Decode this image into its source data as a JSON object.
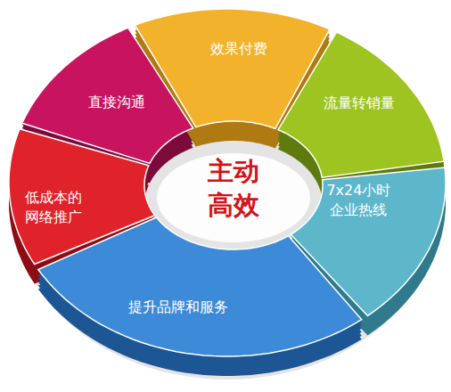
{
  "diagram": {
    "nodes": [
      {
        "text": [
          "低成本的 网络推广"
        ]
      },
      {
        "text": [
          "直接沟通"
        ]
      },
      {
        "text": [
          "效果付费"
        ]
      },
      {
        "text": [
          "流量转销量"
        ]
      },
      {
        "text": [
          "7x24小时 企业热线"
        ]
      },
      {
        "text": [
          "提升品牌和服务"
        ]
      }
    ],
    "labels": [
      "主动 高效"
    ]
  }
}
